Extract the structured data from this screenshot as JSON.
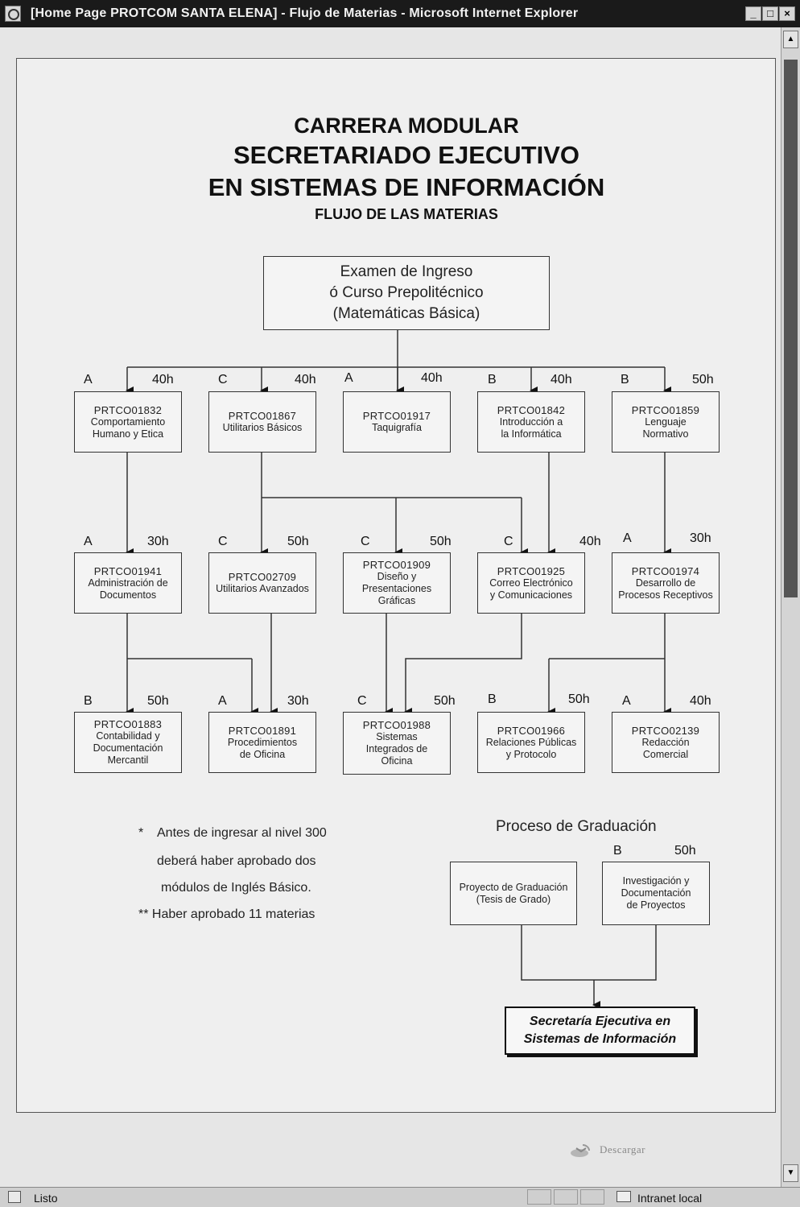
{
  "window": {
    "title": "[Home Page PROTCOM SANTA ELENA] - Flujo de Materias - Microsoft Internet Explorer",
    "minimize": "_",
    "maximize": "□",
    "close": "×"
  },
  "page": {
    "title_line1": "CARRERA MODULAR",
    "title_line2": "SECRETARIADO EJECUTIVO",
    "title_line3": "EN SISTEMAS DE INFORMACIÓN",
    "subtitle": "FLUJO DE LAS MATERIAS",
    "entry": "Examen de Ingreso\nó Curso Prepolitécnico\n(Matemáticas Básica)",
    "courses": [
      {
        "code": "PRTCO01832",
        "name": "Comportamiento\nHumano y Etica",
        "level": "A",
        "hours": "40h"
      },
      {
        "code": "PRTCO01867",
        "name": "Utilitarios Básicos",
        "level": "C",
        "hours": "40h"
      },
      {
        "code": "PRTCO01917",
        "name": "Taquigrafía",
        "level": "A",
        "hours": "40h"
      },
      {
        "code": "PRTCO01842",
        "name": "Introducción a\nla Informática",
        "level": "B",
        "hours": "40h"
      },
      {
        "code": "PRTCO01859",
        "name": "Lenguaje\nNormativo",
        "level": "B",
        "hours": "50h"
      },
      {
        "code": "PRTCO01941",
        "name": "Administración de\nDocumentos",
        "level": "A",
        "hours": "30h"
      },
      {
        "code": "PRTCO02709",
        "name": "Utilitarios Avanzados",
        "level": "C",
        "hours": "50h"
      },
      {
        "code": "PRTCO01909",
        "name": "Diseño y\nPresentaciones\nGráficas",
        "level": "C",
        "hours": "50h"
      },
      {
        "code": "PRTCO01925",
        "name": "Correo Electrónico\ny Comunicaciones",
        "level": "C",
        "hours": "40h"
      },
      {
        "code": "PRTCO01974",
        "name": "Desarrollo de\nProcesos Receptivos",
        "level": "A",
        "hours": "30h"
      },
      {
        "code": "PRTCO01883",
        "name": "Contabilidad y\nDocumentación\nMercantil",
        "level": "B",
        "hours": "50h"
      },
      {
        "code": "PRTCO01891",
        "name": "Procedimientos\nde Oficina",
        "level": "A",
        "hours": "30h"
      },
      {
        "code": "PRTCO01988",
        "name": "Sistemas\nIntegrados de\nOficina",
        "level": "C",
        "hours": "50h"
      },
      {
        "code": "PRTCO01966",
        "name": "Relaciones Públicas\ny Protocolo",
        "level": "B",
        "hours": "50h"
      },
      {
        "code": "PRTCO02139",
        "name": "Redacción\nComercial",
        "level": "A",
        "hours": "40h"
      }
    ],
    "notes": [
      "*",
      "Antes de ingresar al nivel 300",
      "deberá haber aprobado dos",
      "módulos de Inglés Básico.",
      "** Haber aprobado 11 materias"
    ],
    "graduation": {
      "heading": "Proceso de Graduación",
      "project": "Proyecto de Graduación\n(Tesis de Grado)",
      "research": "Investigación y\nDocumentación\nde Proyectos",
      "research_level": "B",
      "research_hours": "50h",
      "final_line1": "Secretaría Ejecutiva en",
      "final_line2": "Sistemas de Información"
    },
    "download": "Descargar"
  },
  "statusbar": {
    "status": "Listo",
    "zone": "Intranet local"
  }
}
